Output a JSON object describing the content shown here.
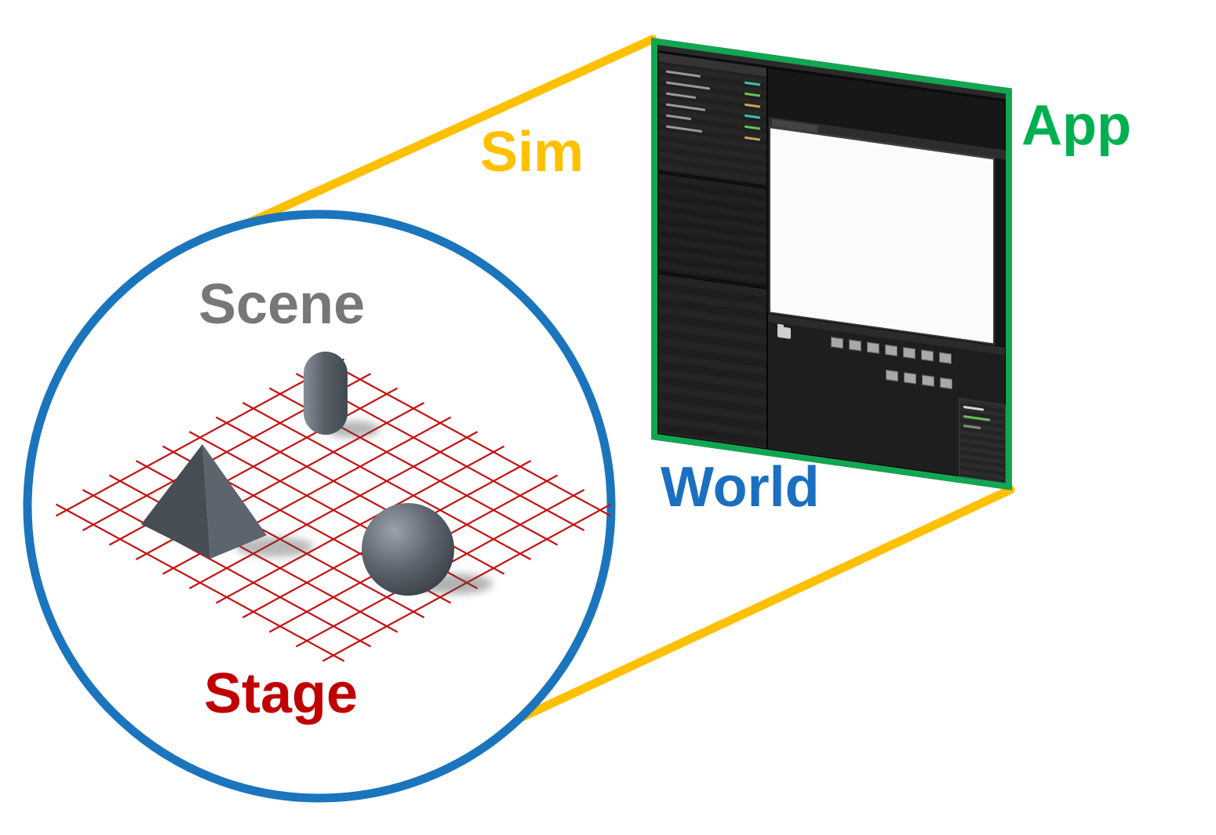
{
  "diagram": {
    "labels": {
      "app": {
        "text": "App",
        "color": "#00B050"
      },
      "sim": {
        "text": "Sim",
        "color": "#FFC000"
      },
      "world": {
        "text": "World",
        "color": "#1B6FC0"
      },
      "scene": {
        "text": "Scene",
        "color": "#777777"
      },
      "stage": {
        "text": "Stage",
        "color": "#C00000"
      }
    },
    "colors": {
      "world_circle": "#1B75BC",
      "stage_grid": "#C41212",
      "sim_beam": "#FFC000",
      "app_frame": "#12A651",
      "object_gray": "#565D66",
      "app_background": "#151515",
      "app_viewport": "#FBFBFB"
    }
  }
}
